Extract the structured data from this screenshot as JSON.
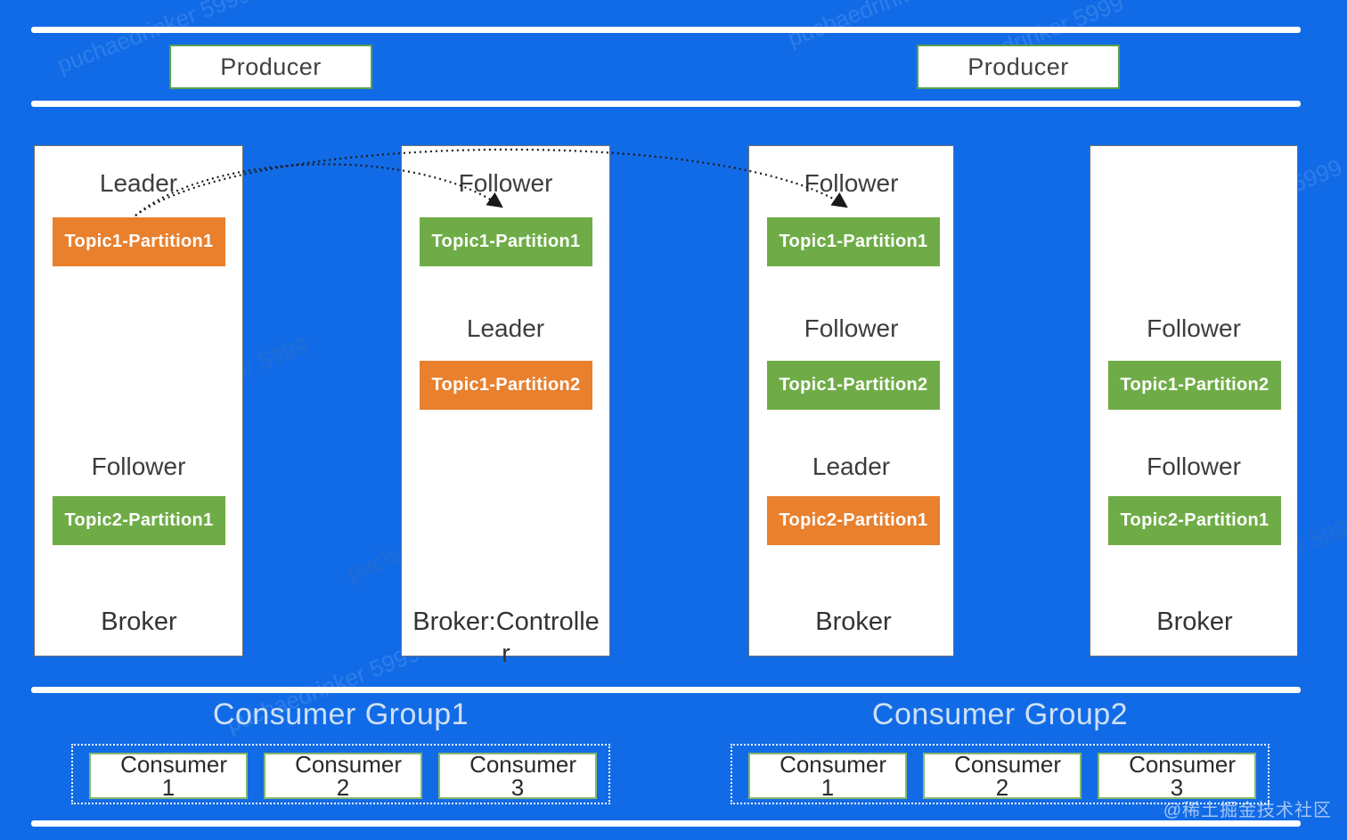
{
  "producers": [
    {
      "label": "Producer"
    },
    {
      "label": "Producer"
    }
  ],
  "brokers": [
    {
      "footer": "Broker",
      "slots": [
        {
          "role": "Leader",
          "partition": "Topic1-Partition1",
          "color": "orange"
        },
        {
          "role": "Follower",
          "partition": "Topic2-Partition1",
          "color": "green"
        }
      ]
    },
    {
      "footer": "Broker:Controller",
      "slots": [
        {
          "role": "Follower",
          "partition": "Topic1-Partition1",
          "color": "green"
        },
        {
          "role": "Leader",
          "partition": "Topic1-Partition2",
          "color": "orange"
        }
      ]
    },
    {
      "footer": "Broker",
      "slots": [
        {
          "role": "Follower",
          "partition": "Topic1-Partition1",
          "color": "green"
        },
        {
          "role": "Follower",
          "partition": "Topic1-Partition2",
          "color": "green"
        },
        {
          "role": "Leader",
          "partition": "Topic2-Partition1",
          "color": "orange"
        }
      ]
    },
    {
      "footer": "Broker",
      "slots": [
        {
          "role": "Follower",
          "partition": "Topic1-Partition2",
          "color": "green"
        },
        {
          "role": "Follower",
          "partition": "Topic2-Partition1",
          "color": "green"
        }
      ]
    }
  ],
  "consumer_groups": [
    {
      "title": "Consumer Group1",
      "consumers": [
        "Consumer 1",
        "Consumer 2",
        "Consumer 3"
      ]
    },
    {
      "title": "Consumer Group2",
      "consumers": [
        "Consumer 1",
        "Consumer 2",
        "Consumer 3"
      ]
    }
  ],
  "watermark": {
    "text": "puchaedrinker 5999",
    "badge": "@稀土掘金技术社区"
  },
  "colors": {
    "background_blue": "#126BE6",
    "leader_orange": "#E8802E",
    "follower_green": "#6FAC47",
    "producer_border_green": "#57A04D",
    "consumer_border_green": "#86B86B",
    "line_white": "#FFFFFF"
  }
}
